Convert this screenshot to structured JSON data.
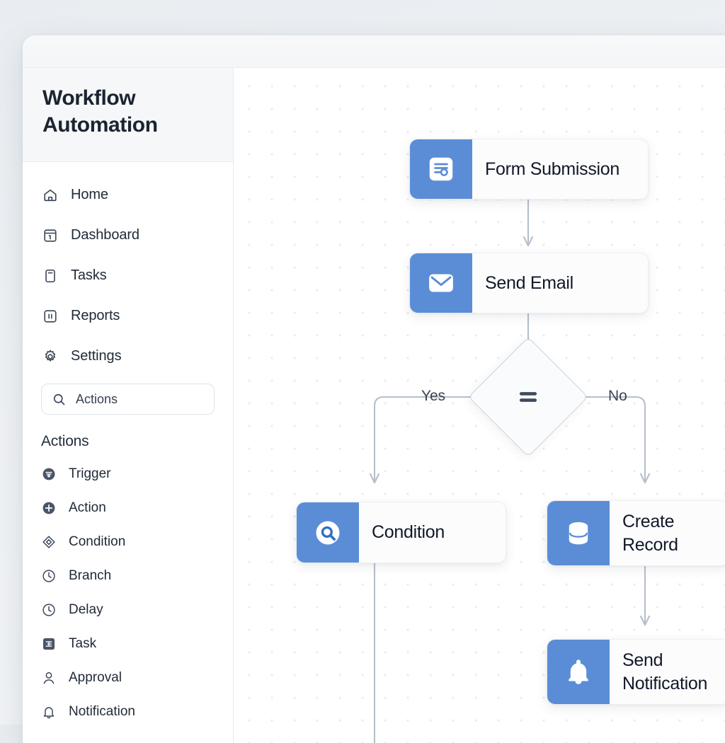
{
  "app": {
    "title_line1": "Workflow",
    "title_line2": "Automation",
    "accent_blue": "#5b8dd6",
    "canvas_dot": "#e9ebef",
    "edge_color": "#b6bfcb",
    "text_dark": "#111827"
  },
  "sidebar": {
    "nav": [
      {
        "label": "Home",
        "icon": "home-icon"
      },
      {
        "label": "Dashboard",
        "icon": "dashboard-icon"
      },
      {
        "label": "Tasks",
        "icon": "tasks-icon"
      },
      {
        "label": "Reports",
        "icon": "reports-icon"
      },
      {
        "label": "Settings",
        "icon": "settings-gear-icon"
      }
    ],
    "search": {
      "value": "Actions",
      "placeholder": "Actions",
      "icon": "search-icon"
    },
    "actions_heading": "Actions",
    "actions": [
      {
        "label": "Trigger",
        "icon": "trigger-icon"
      },
      {
        "label": "Action",
        "icon": "plus-circle-icon"
      },
      {
        "label": "Condition",
        "icon": "diamond-icon"
      },
      {
        "label": "Branch",
        "icon": "clock-icon"
      },
      {
        "label": "Delay",
        "icon": "clock-icon"
      },
      {
        "label": "Task",
        "icon": "task-icon"
      },
      {
        "label": "Approval",
        "icon": "person-icon"
      },
      {
        "label": "Notification",
        "icon": "bell-icon"
      }
    ]
  },
  "flow": {
    "nodes": [
      {
        "id": "form-submission",
        "label": "Form Submission",
        "icon": "form-icon"
      },
      {
        "id": "send-email",
        "label": "Send Email",
        "icon": "envelope-icon"
      },
      {
        "id": "condition",
        "label": "Condition",
        "icon": "search-circle-icon"
      },
      {
        "id": "create-record",
        "label": "Create Record",
        "icon": "database-icon"
      },
      {
        "id": "send-notification",
        "label": "Send Notification",
        "icon": "bell-icon"
      }
    ],
    "decision": {
      "glyph": "equals-icon"
    },
    "edge_labels": {
      "yes": "Yes",
      "no": "No"
    }
  }
}
